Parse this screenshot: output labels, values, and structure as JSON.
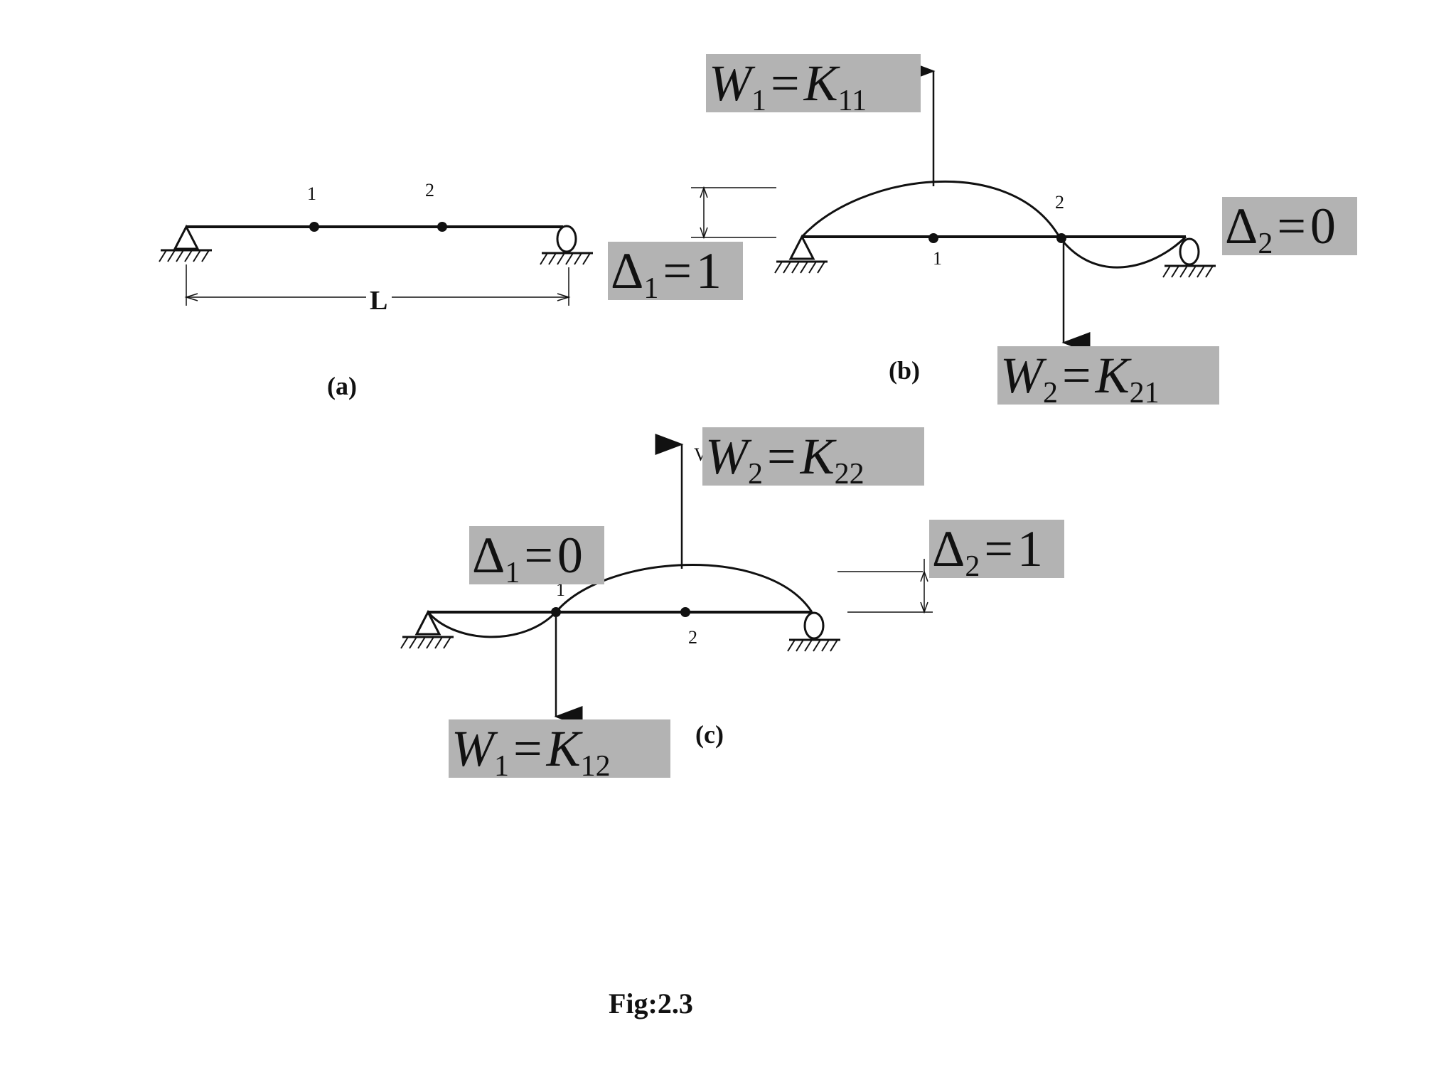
{
  "diagram_a": {
    "node_labels": [
      "1",
      "2"
    ],
    "span_label": "L",
    "caption": "(a)"
  },
  "diagram_b": {
    "node_labels": [
      "1",
      "2"
    ],
    "caption": "(b)",
    "eq_top": {
      "sym": "W",
      "sub": "1",
      "rhs_sym": "K",
      "rhs_sub": "11"
    },
    "eq_bottom": {
      "sym": "W",
      "sub": "2",
      "rhs_sym": "K",
      "rhs_sub": "21"
    },
    "eq_delta_left": {
      "sym": "Δ",
      "sub": "1",
      "val": "1"
    },
    "eq_delta_right": {
      "sym": "Δ",
      "sub": "2",
      "val": "0"
    }
  },
  "diagram_c": {
    "node_labels": [
      "1",
      "2"
    ],
    "caption": "(c)",
    "eq_top": {
      "sym": "W",
      "sub": "2",
      "rhs_sym": "K",
      "rhs_sub": "22"
    },
    "eq_bottom": {
      "sym": "W",
      "sub": "1",
      "rhs_sym": "K",
      "rhs_sub": "12"
    },
    "eq_delta_left": {
      "sym": "Δ",
      "sub": "1",
      "val": "0"
    },
    "eq_delta_right": {
      "sym": "Δ",
      "sub": "2",
      "val": "1"
    },
    "stray_mark": "V"
  },
  "figure_title": "Fig:2.3"
}
